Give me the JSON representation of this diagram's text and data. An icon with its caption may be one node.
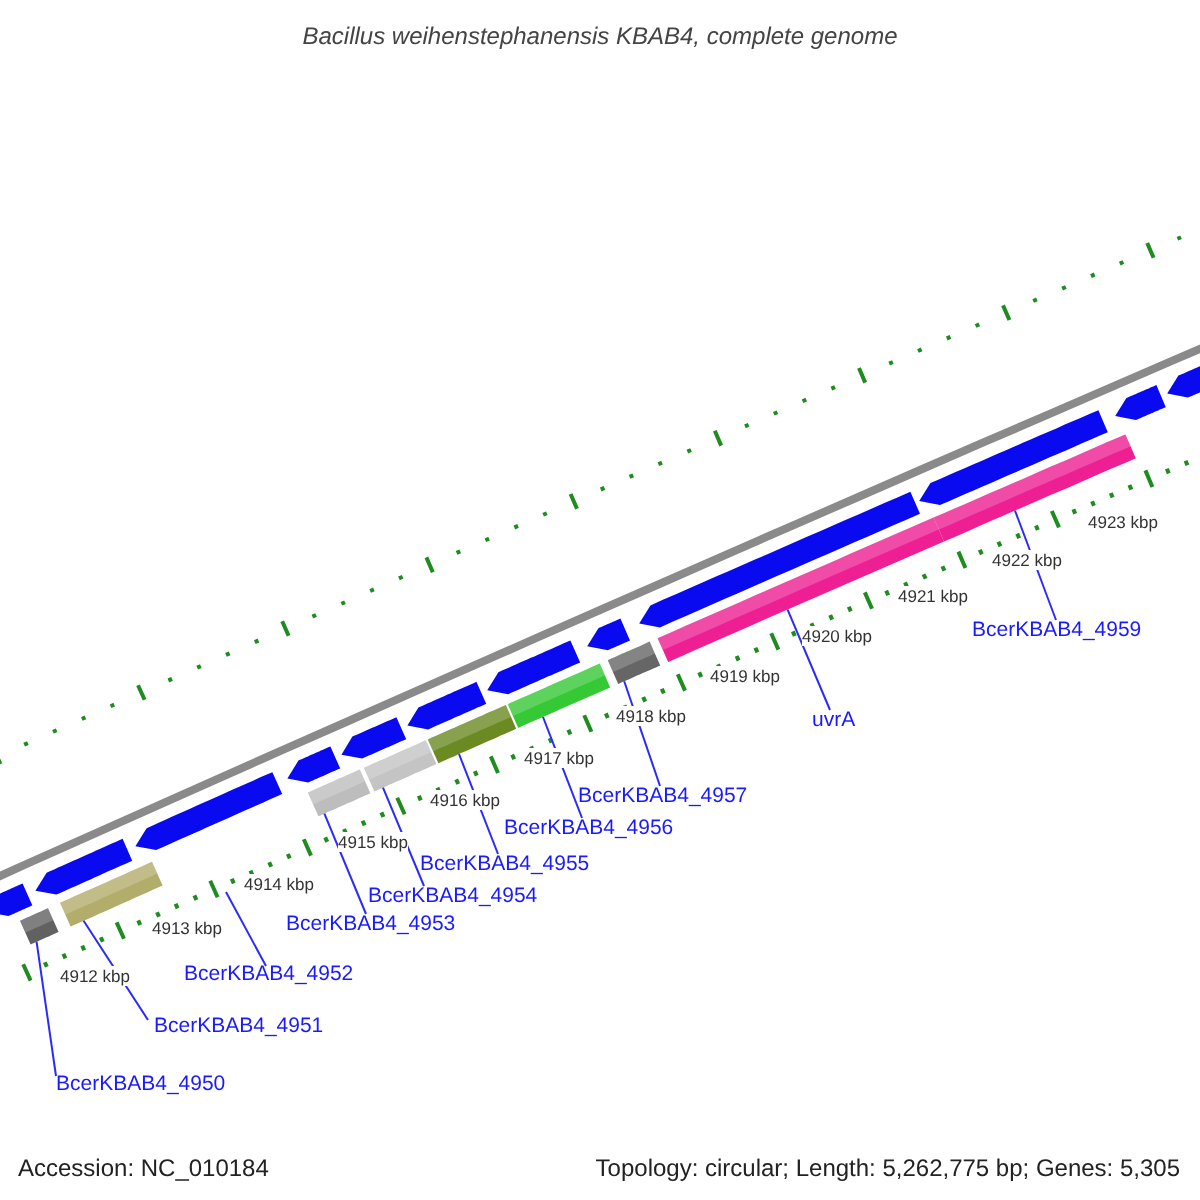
{
  "diagram": {
    "title": "Bacillus weihenstephanensis KBAB4, complete genome",
    "nodes": [
      {
        "text": [
          "BcerKBAB4_4950"
        ]
      },
      {
        "text": [
          "BcerKBAB4_4951"
        ]
      },
      {
        "text": [
          "BcerKBAB4_4952"
        ]
      },
      {
        "text": [
          "BcerKBAB4_4953"
        ]
      },
      {
        "text": [
          "BcerKBAB4_4954"
        ]
      },
      {
        "text": [
          "BcerKBAB4_4955"
        ]
      },
      {
        "text": [
          "BcerKBAB4_4956"
        ]
      },
      {
        "text": [
          "BcerKBAB4_4957"
        ]
      },
      {
        "text": [
          "uvrA"
        ]
      },
      {
        "text": [
          "BcerKBAB4_4959"
        ]
      },
      {
        "text": [],
        "shape": "bar"
      },
      {
        "text": [],
        "shape": "bar"
      },
      {
        "text": [],
        "shape": "bar"
      },
      {
        "text": [],
        "shape": "bar"
      },
      {
        "text": [],
        "shape": "bar"
      },
      {
        "text": [],
        "shape": "bar"
      },
      {
        "text": [],
        "shape": "bar"
      },
      {
        "text": [],
        "shape": "bar"
      },
      {
        "text": [],
        "shape": "bar"
      },
      {
        "text": [],
        "shape": "arrow"
      },
      {
        "text": [],
        "shape": "arrow"
      },
      {
        "text": [],
        "shape": "arrow"
      },
      {
        "text": [],
        "shape": "arrow"
      },
      {
        "text": [],
        "shape": "arrow"
      },
      {
        "text": [],
        "shape": "arrow"
      },
      {
        "text": [],
        "shape": "arrow"
      },
      {
        "text": [],
        "shape": "arrow"
      },
      {
        "text": [],
        "shape": "arrow"
      },
      {
        "text": [],
        "shape": "arrow"
      },
      {
        "text": [],
        "shape": "arrow"
      },
      {
        "text": [],
        "shape": "arrow"
      }
    ],
    "edges": [
      {
        "from": 0,
        "to": 10,
        "arrow": "none"
      },
      {
        "from": 1,
        "to": 11,
        "arrow": "none"
      },
      {
        "from": 2,
        "to": null,
        "arrow": "none"
      },
      {
        "from": 3,
        "to": 12,
        "arrow": "none"
      },
      {
        "from": 4,
        "to": 13,
        "arrow": "none"
      },
      {
        "from": 5,
        "to": 14,
        "arrow": "none"
      },
      {
        "from": 6,
        "to": 15,
        "arrow": "none"
      },
      {
        "from": 7,
        "to": 16,
        "arrow": "none"
      },
      {
        "from": 8,
        "to": 17,
        "arrow": "none"
      },
      {
        "from": 9,
        "to": 18,
        "arrow": "none"
      }
    ],
    "labels": [
      "4912 kbp",
      "4913 kbp",
      "4914 kbp",
      "4915 kbp",
      "4916 kbp",
      "4917 kbp",
      "4918 kbp",
      "4919 kbp",
      "4920 kbp",
      "4921 kbp",
      "4922 kbp",
      "4923 kbp",
      "Accession: NC_010184",
      "Topology: circular; Length: 5,262,775 bp; Genes: 5,305"
    ]
  }
}
